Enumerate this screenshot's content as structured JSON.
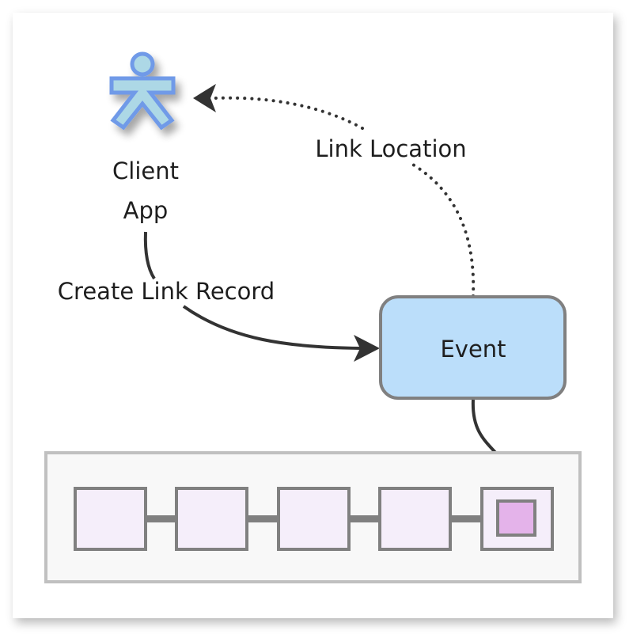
{
  "diagram": {
    "actor": {
      "label_line1": "Client",
      "label_line2": "App"
    },
    "event_node": {
      "label": "Event"
    },
    "edges": {
      "create": {
        "label": "Create Link Record",
        "style": "solid"
      },
      "location": {
        "label": "Link Location",
        "style": "dotted"
      }
    },
    "chain": {
      "block_count": 5,
      "highlighted_block": 5
    },
    "colors": {
      "actor_fill": "#add8e6",
      "actor_stroke": "#6f9ae8",
      "event_fill": "#bbdefa",
      "node_stroke": "#808080",
      "block_fill": "#f5eefa",
      "highlight_fill": "#e4b3ea",
      "container_fill": "#f8f8f8",
      "edge_color": "#333333"
    }
  }
}
